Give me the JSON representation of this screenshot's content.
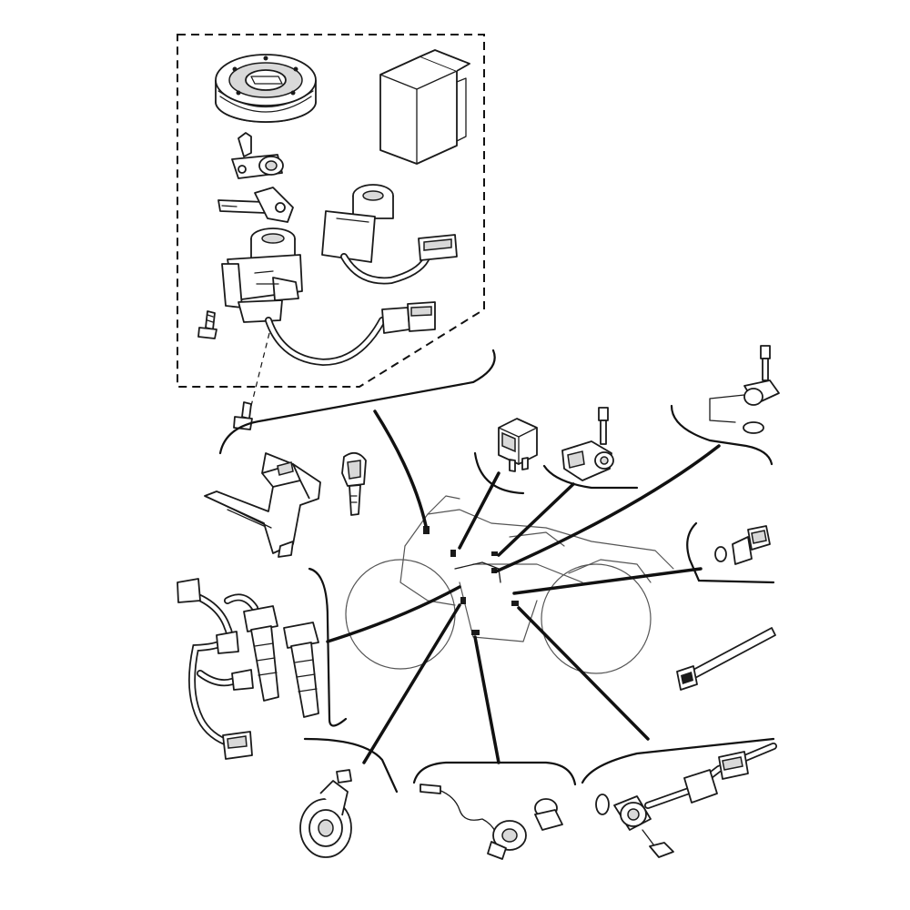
{
  "diagram": {
    "kind": "exploded-parts-illustration",
    "labels": [],
    "parts": [
      "fuel-tank-cap",
      "ecu-box",
      "seat-lock",
      "ignition-key",
      "main-switch",
      "immobilizer-antenna",
      "bolt",
      "switch-cover-bracket",
      "transponder-key",
      "ignition-coils",
      "relay",
      "crank-position-sensor",
      "cam-sensor",
      "temperature-sensor",
      "cable-tie",
      "horn",
      "o2-sensor",
      "speed-sensor"
    ]
  }
}
